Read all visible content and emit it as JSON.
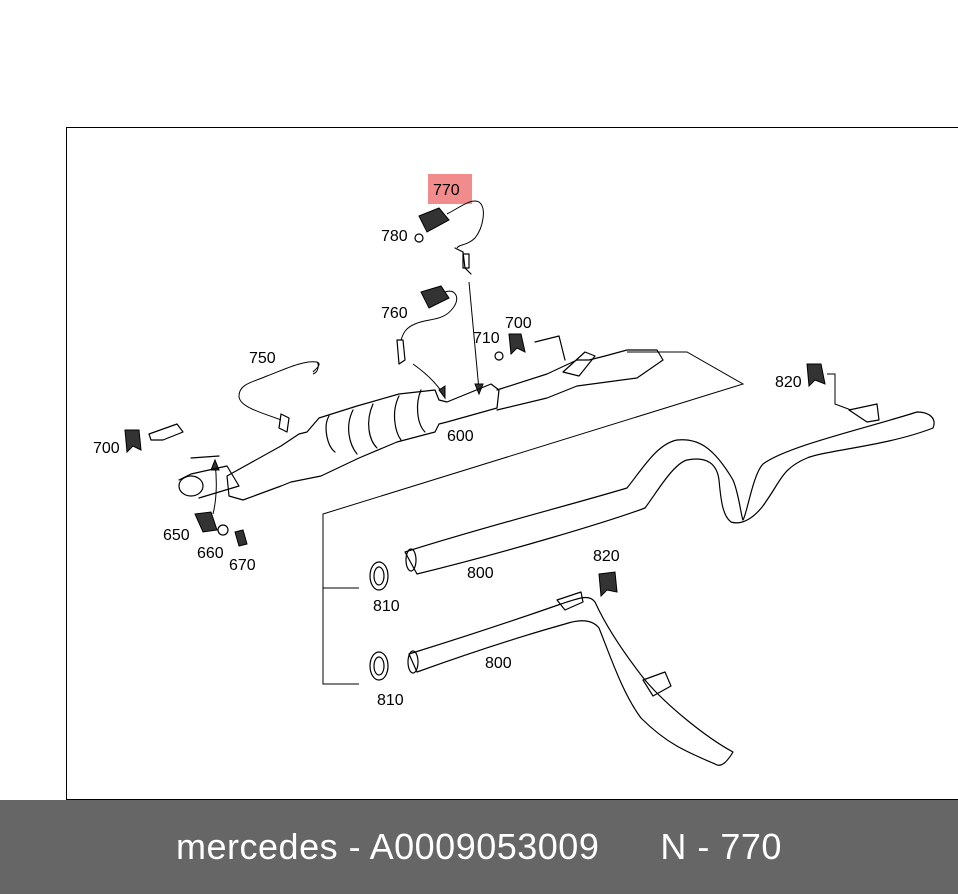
{
  "callouts": {
    "c770": "770",
    "c780": "780",
    "c760": "760",
    "c750": "750",
    "c710": "710",
    "c700a": "700",
    "c700b": "700",
    "c600": "600",
    "c820a": "820",
    "c820b": "820",
    "c650": "650",
    "c660": "660",
    "c670": "670",
    "c800a": "800",
    "c800b": "800",
    "c810a": "810",
    "c810b": "810"
  },
  "highlight": {
    "part": "770",
    "color": "#f28b8b"
  },
  "footer": {
    "brand": "mercedes",
    "separator": "-",
    "part_number": "A0009053009",
    "position_label": "N - 770"
  }
}
